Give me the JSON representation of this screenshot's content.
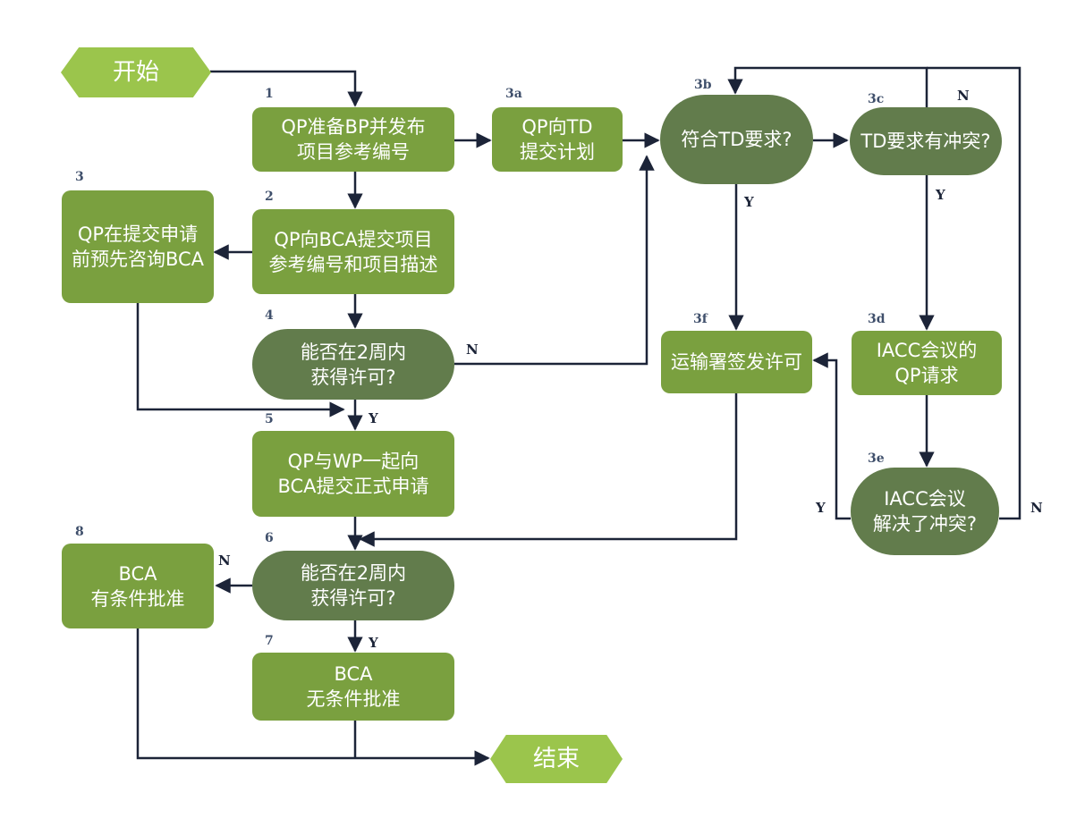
{
  "nodes": {
    "start": "开始",
    "end": "结束",
    "n1": "QP准备BP并发布\n项目参考编号",
    "n2": "QP向BCA提交项目\n参考编号和项目描述",
    "n3": "QP在提交申请\n前预先咨询BCA",
    "n3a": "QP向TD\n提交计划",
    "n3b": "符合TD要求?",
    "n3c": "TD要求有冲突?",
    "n3d": "IACC会议的\nQP请求",
    "n3e": "IACC会议\n解决了冲突?",
    "n3f": "运输署签发许可",
    "n4": "能否在2周内\n获得许可?",
    "n5": "QP与WP一起向\nBCA提交正式申请",
    "n6": "能否在2周内\n获得许可?",
    "n7": "BCA\n无条件批准",
    "n8": "BCA\n有条件批准"
  },
  "step_numbers": {
    "s1": "1",
    "s2": "2",
    "s3": "3",
    "s3a": "3a",
    "s3b": "3b",
    "s3c": "3c",
    "s3d": "3d",
    "s3e": "3e",
    "s3f": "3f",
    "s4": "4",
    "s5": "5",
    "s6": "6",
    "s7": "7",
    "s8": "8"
  },
  "branch_labels": {
    "n4_no": "N",
    "n4_yes": "Y",
    "n3b_yes": "Y",
    "n3c_no": "N",
    "n3c_yes": "Y",
    "n3e_yes": "Y",
    "n3e_no": "N",
    "n6_no": "N",
    "n6_yes": "Y"
  },
  "colors": {
    "process_box": "#7aa03f",
    "decision_pill": "#627c4c",
    "terminal": "#9bc54c",
    "connector": "#1c2438"
  }
}
